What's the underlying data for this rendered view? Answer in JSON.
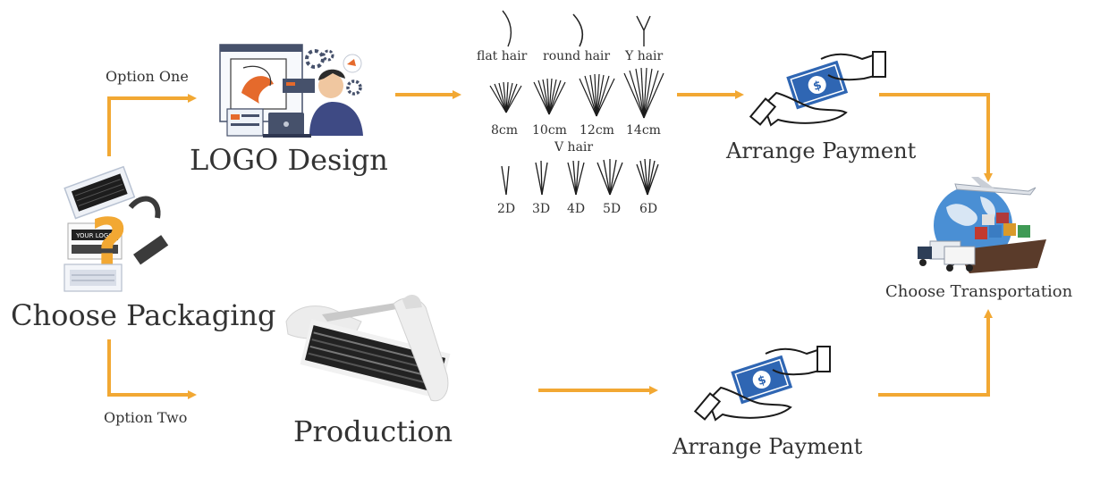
{
  "accent": "#f2a833",
  "icon_blue": "#2f66b3",
  "steps": {
    "choose_packaging": "Choose Packaging",
    "option_one": "Option One",
    "option_two": "Option Two",
    "logo_design": "LOGO Design",
    "production": "Production",
    "arrange_payment_top": "Arrange Payment",
    "arrange_payment_bottom": "Arrange Payment",
    "choose_transportation": "Choose Transportation"
  },
  "hair_types": {
    "row1": [
      "flat hair",
      "round hair",
      "Y hair"
    ],
    "lengths": [
      "8cm",
      "10cm",
      "12cm",
      "14cm"
    ],
    "v_label": "V hair",
    "volumes": [
      "2D",
      "3D",
      "4D",
      "5D",
      "6D"
    ]
  },
  "packaging_logo_text": "YOUR LOGO",
  "icons": [
    "packaging-illustration",
    "designer-illustration",
    "lash-tray-photo",
    "money-hand-icon",
    "transport-globe-illustration"
  ]
}
